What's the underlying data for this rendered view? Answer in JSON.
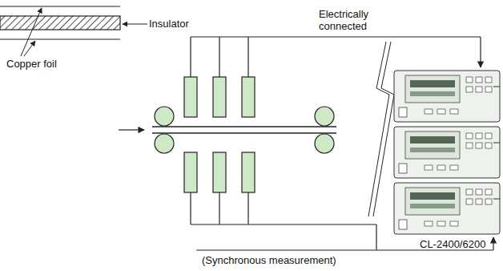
{
  "diagram": {
    "labels": [
      "Copper foil",
      "Insulator",
      "Electrically connected",
      "CL-2400/6200",
      "(Synchronous measurement)"
    ]
  }
}
